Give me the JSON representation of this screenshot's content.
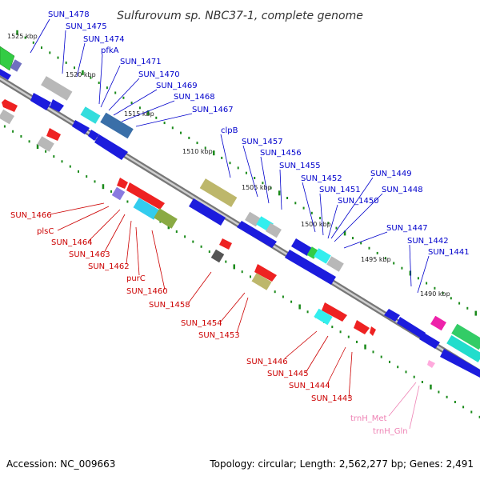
{
  "title": "Sulfurovum sp. NBC37-1, complete genome",
  "footer": {
    "accession": "Accession: NC_009663",
    "summary": "Topology: circular; Length: 2,562,277 bp; Genes: 2,491"
  },
  "colors": {
    "forward_label": "#0000cc",
    "reverse_label": "#cc0000",
    "rna_label": "#ee82b4",
    "backbone": "#888888",
    "tick": "#1a8a1a"
  },
  "kbp_markers": [
    "1525 kbp",
    "1520 kbp",
    "1515 kbp",
    "1510 kbp",
    "1505 kbp",
    "1500 kbp",
    "1495 kbp",
    "1490 kbp"
  ],
  "forward_labels": [
    "SUN_1478",
    "SUN_1475",
    "SUN_1474",
    "pfkA",
    "SUN_1471",
    "SUN_1470",
    "SUN_1469",
    "SUN_1468",
    "SUN_1467",
    "clpB",
    "SUN_1457",
    "SUN_1456",
    "SUN_1455",
    "SUN_1452",
    "SUN_1451",
    "SUN_1450",
    "SUN_1449",
    "SUN_1448",
    "SUN_1447",
    "SUN_1442",
    "SUN_1441"
  ],
  "reverse_labels": [
    "SUN_1466",
    "plsC",
    "SUN_1464",
    "SUN_1463",
    "SUN_1462",
    "purC",
    "SUN_1460",
    "SUN_1458",
    "SUN_1454",
    "SUN_1453",
    "SUN_1446",
    "SUN_1445",
    "SUN_1444",
    "SUN_1443"
  ],
  "rna_labels": [
    "trnH_Met",
    "trnH_Gln"
  ]
}
